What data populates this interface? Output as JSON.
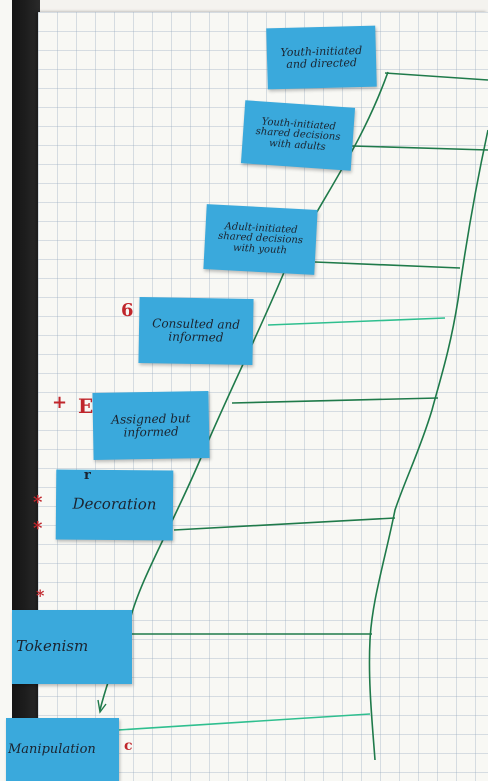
{
  "ladder": {
    "rungs": [
      {
        "label": "Youth-initiated and directed"
      },
      {
        "label": "Youth-initiated shared decisions with adults"
      },
      {
        "label": "Adult-initiated shared decisions with youth"
      },
      {
        "label": "Consulted and informed",
        "mark": "6"
      },
      {
        "label": "Assigned but informed",
        "mark": "E",
        "side_mark": "+"
      },
      {
        "label": "Decoration",
        "side_marks": [
          "*",
          "*"
        ],
        "corner_mark": "r"
      },
      {
        "label": "Tokenism",
        "side_mark": "*"
      },
      {
        "label": "Manipulation",
        "mark": "c"
      }
    ]
  },
  "colors": {
    "sticky_note": "#3aa9dc",
    "ink_green": "#1f7a4a",
    "ink_teal": "#2fbf8f",
    "marker_red": "#c0262b"
  }
}
